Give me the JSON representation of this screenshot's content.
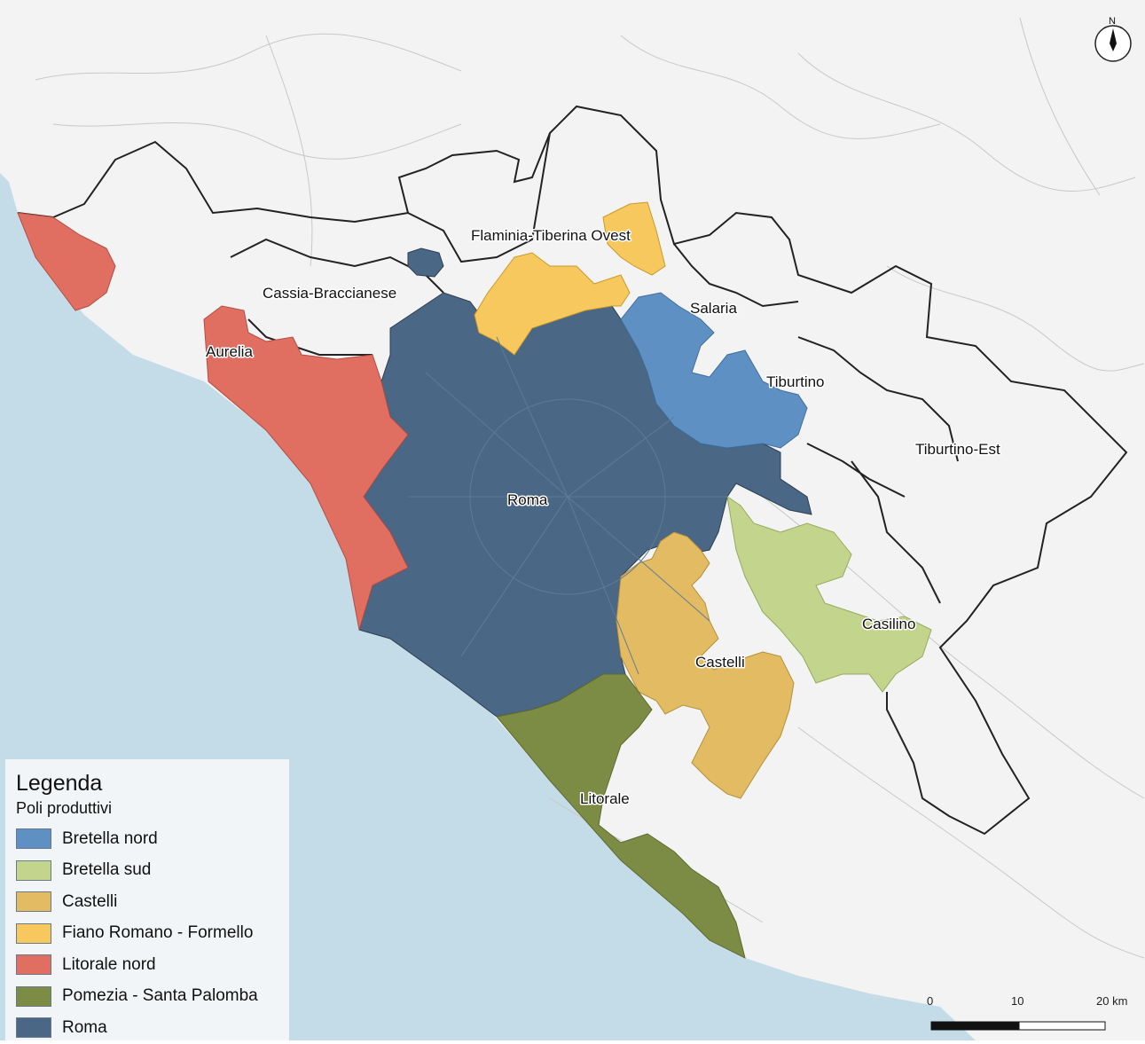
{
  "zones": [
    {
      "id": "cassia",
      "label": "Cassia-Braccianese"
    },
    {
      "id": "flaminia",
      "label": "Flaminia-Tiberina Ovest"
    },
    {
      "id": "salaria",
      "label": "Salaria"
    },
    {
      "id": "tiburtino",
      "label": "Tiburtino"
    },
    {
      "id": "tiburtino-est",
      "label": "Tiburtino-Est"
    },
    {
      "id": "aurelia",
      "label": "Aurelia"
    },
    {
      "id": "roma",
      "label": "Roma"
    },
    {
      "id": "casilino",
      "label": "Casilino"
    },
    {
      "id": "castelli",
      "label": "Castelli"
    },
    {
      "id": "litorale",
      "label": "Litorale"
    }
  ],
  "legend": {
    "title": "Legenda",
    "subtitle": "Poli produttivi",
    "items": [
      {
        "label": "Bretella nord",
        "color": "#5f90c4"
      },
      {
        "label": "Bretella sud",
        "color": "#c3d58d"
      },
      {
        "label": "Castelli",
        "color": "#e3bb63"
      },
      {
        "label": "Fiano Romano - Formello",
        "color": "#f6c85e"
      },
      {
        "label": "Litorale nord",
        "color": "#e06f62"
      },
      {
        "label": "Pomezia - Santa Palomba",
        "color": "#7d8c45"
      },
      {
        "label": "Roma",
        "color": "#4a6785"
      }
    ]
  },
  "colors": {
    "sea": "#c4dce8",
    "land": "#f3f3f3",
    "border": "#222222"
  },
  "north_arrow": {
    "label": "N"
  },
  "scale_bar": {
    "ticks": [
      "0",
      "10",
      "20 km"
    ]
  }
}
